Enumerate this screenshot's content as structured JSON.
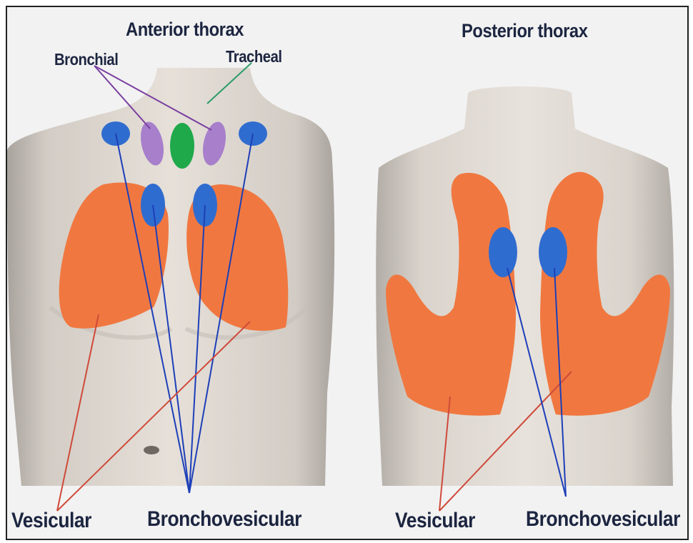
{
  "anterior": {
    "title": "Anterior thorax",
    "labels": {
      "bronchial": "Bronchial",
      "tracheal": "Tracheal",
      "vesicular": "Vesicular",
      "bronchovesicular": "Bronchovesicular"
    }
  },
  "posterior": {
    "title": "Posterior thorax",
    "labels": {
      "vesicular": "Vesicular",
      "bronchovesicular": "Bronchovesicular"
    }
  },
  "colors": {
    "vesicular": "#f07840",
    "bronchovesicular": "#2f6ccf",
    "bronchial": "#a77fcb",
    "tracheal": "#1fa94a",
    "pointer_bronchial": "#7a3fa0",
    "pointer_tracheal": "#2c9c68",
    "pointer_vesicular": "#cf4a3a",
    "pointer_bronchovesicular": "#1d3fb8"
  }
}
